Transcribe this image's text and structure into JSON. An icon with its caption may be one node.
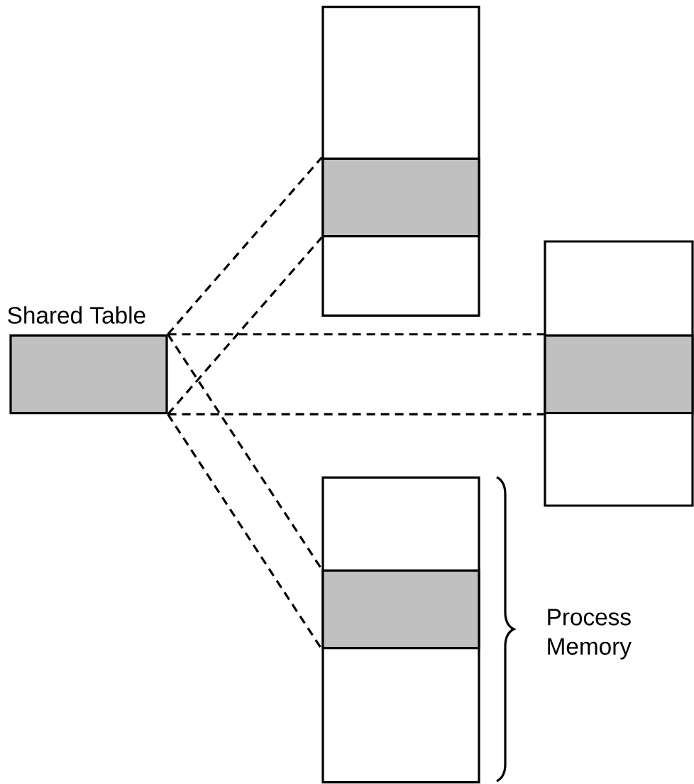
{
  "diagram": {
    "nodes": [
      {
        "text": [
          "Shared Table"
        ]
      },
      {
        "text": [],
        "shape": "box"
      },
      {
        "text": [],
        "shape": "box",
        "in": 1
      },
      {
        "text": [],
        "shape": "box"
      },
      {
        "text": [],
        "shape": "box",
        "in": 3
      },
      {
        "text": [],
        "shape": "box"
      },
      {
        "text": [],
        "shape": "box",
        "in": 5
      }
    ],
    "edges": [
      {
        "from": 0,
        "to": 2,
        "arrow": "none",
        "style": "dashed"
      },
      {
        "from": 0,
        "to": 2,
        "arrow": "none",
        "style": "dashed"
      },
      {
        "from": 0,
        "to": 4,
        "arrow": "none",
        "style": "dashed"
      },
      {
        "from": 0,
        "to": 4,
        "arrow": "none",
        "style": "dashed"
      },
      {
        "from": 0,
        "to": 6,
        "arrow": "none",
        "style": "dashed"
      },
      {
        "from": 0,
        "to": 6,
        "arrow": "none",
        "style": "dashed"
      }
    ],
    "labels": [
      "Process Memory"
    ]
  }
}
